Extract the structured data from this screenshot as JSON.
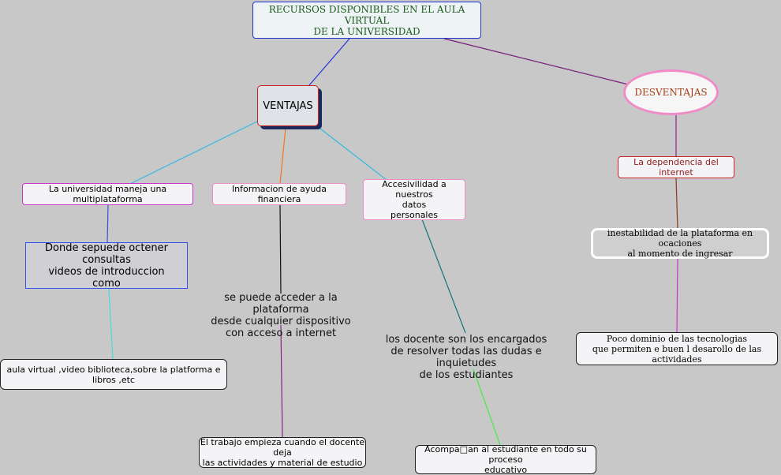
{
  "root": "RECURSOS DISPONIBLES EN EL AULA VIRTUAL\nDE LA UNIVERSIDAD",
  "ventajas": "VENTAJAS",
  "desventajas": "DESVENTAJAS",
  "ventajas_items": {
    "multiplataforma": "La universidad maneja una multiplataforma",
    "financiera": "Informacion de ayuda financiera",
    "accesibilidad": "Accesivilidad a nuestros\ndatos\npersonales"
  },
  "consultas": "Donde sepuede octener consultas\nvideos de introduccion\ncomo",
  "aula": "aula virtual ,video biblioteca,sobre la platforma e libros ,etc",
  "acceso": "se puede acceder a la plataforma\ndesde cualquier dispositivo\ncon acceso a internet",
  "trabajo": "El trabajo empieza cuando el docente deja\nlas actividades y material de estudio",
  "docentes": "los docente son los encargados\nde resolver todas las dudas e inquietudes\nde los estudiantes",
  "acompanan": "Acompa□an al estudiante en todo su proceso\neducativo",
  "dependencia": "La dependencia del internet",
  "inestabilidad": "inestabilidad de la plataforma en ocaciones\nal momento de ingresar",
  "dominio": "Poco dominio de las tecnologias\nque permiten e buen l desarollo de las actividades"
}
